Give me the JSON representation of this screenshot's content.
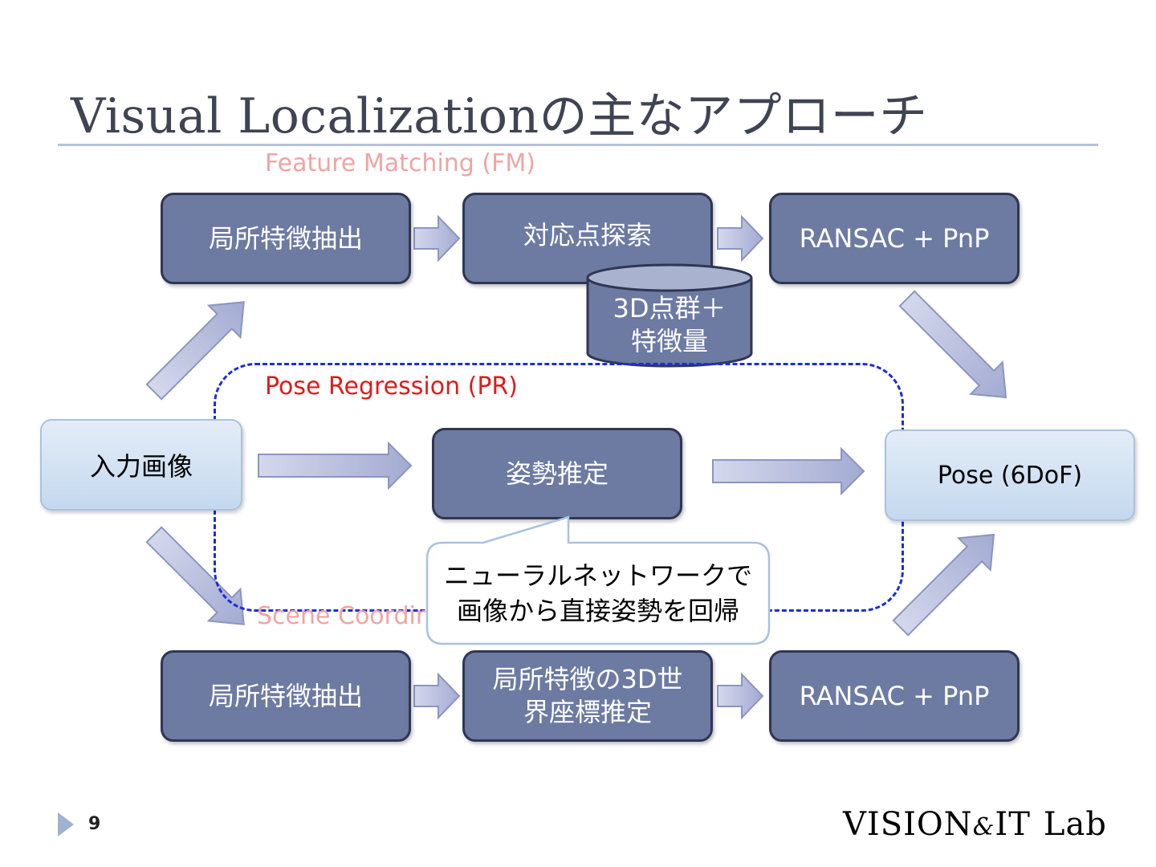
{
  "title": "Visual Localizationの主なアプローチ",
  "sections": {
    "fm": "Feature Matching (FM)",
    "pr": "Pose Regression (PR)",
    "sc": "Scene Coordir"
  },
  "nodes": {
    "input": "入力画像",
    "output": "Pose (6DoF)",
    "fm_step1": "局所特徴抽出",
    "fm_step2": "対応点探索",
    "fm_step3": "RANSAC + PnP",
    "database": "3D点群＋\n特徴量",
    "pr_step": "姿勢推定",
    "sc_step1": "局所特徴抽出",
    "sc_step2": "局所特徴の3D世\n界座標推定",
    "sc_step3": "RANSAC + PnP"
  },
  "callout": "ニューラルネットワークで\n画像から直接姿勢を回帰",
  "footer": {
    "page_number": "9",
    "logo_vision": "VISION",
    "logo_amp": "&",
    "logo_it": "IT",
    "logo_lab": "Lab"
  },
  "colors": {
    "box_fill": "#6d7aa1",
    "box_border": "#2f3654",
    "arrow_fill": "#b2b9d9",
    "dashed_border": "#1c2ed6",
    "pr_label": "#e01b1b",
    "fm_label": "#f2a3a3"
  }
}
